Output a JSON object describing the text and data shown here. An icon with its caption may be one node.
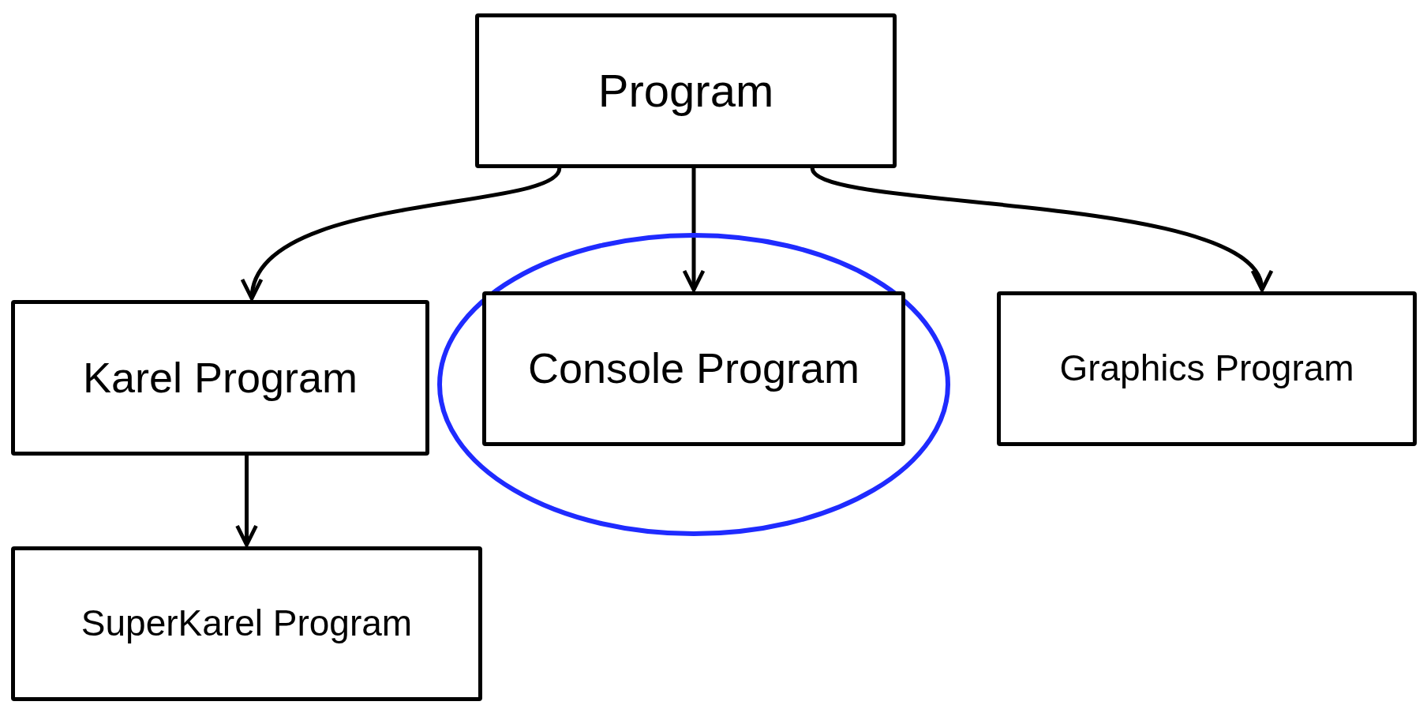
{
  "diagram": {
    "nodes": [
      {
        "text": [
          "Program"
        ]
      },
      {
        "text": [
          "Karel Program"
        ]
      },
      {
        "text": [],
        "shape": "circle"
      },
      {
        "text": [
          "Console Program"
        ],
        "in": 2
      },
      {
        "text": [
          "Graphics Program"
        ]
      },
      {
        "text": [
          "SuperKarel Program"
        ]
      }
    ],
    "edges": [
      {
        "from": 0,
        "to": 1,
        "arrow": "to"
      },
      {
        "from": 0,
        "to": 3,
        "arrow": "to"
      },
      {
        "from": 0,
        "to": 4,
        "arrow": "to"
      },
      {
        "from": 1,
        "to": 5,
        "arrow": "to"
      }
    ]
  }
}
